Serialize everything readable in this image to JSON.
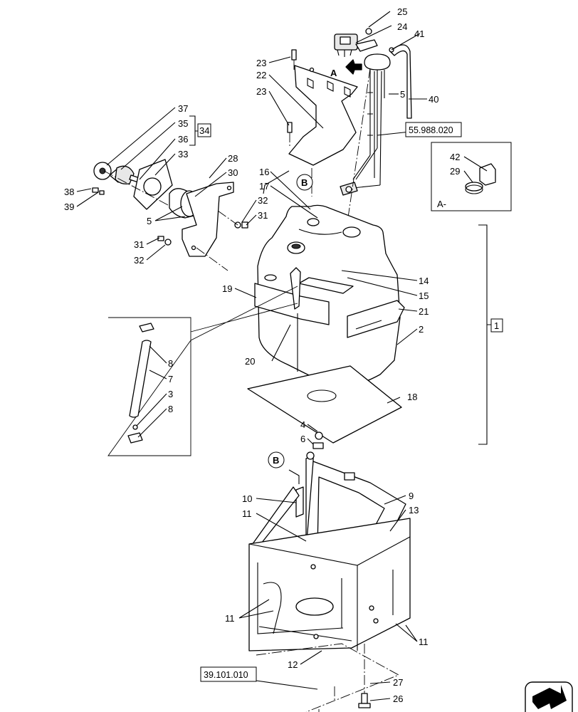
{
  "callouts": {
    "n25": "25",
    "n24": "24",
    "n41": "41",
    "n23a": "23",
    "n22": "22",
    "n23b": "23",
    "n5a": "5",
    "n40": "40",
    "n37": "37",
    "n35": "35",
    "n36": "36",
    "n34": "34",
    "n33": "33",
    "n28": "28",
    "n30": "30",
    "n38": "38",
    "n39": "39",
    "n5b": "5",
    "n32a": "32",
    "n31a": "31",
    "n31b": "31",
    "n32b": "32",
    "n16": "16",
    "n17": "17",
    "n42": "42",
    "n29": "29",
    "n1": "1",
    "n14": "14",
    "n15": "15",
    "n19": "19",
    "n21": "21",
    "n2": "2",
    "n8a": "8",
    "n7": "7",
    "n20": "20",
    "n3": "3",
    "n8b": "8",
    "n18": "18",
    "n4": "4",
    "n6": "6",
    "n9": "9",
    "n10": "10",
    "n11a": "11",
    "n13": "13",
    "n11b": "11",
    "n11c": "11",
    "n12": "12",
    "n27": "27",
    "n26": "26"
  },
  "view_labels": {
    "a": "A",
    "a_detail": "A-",
    "b_top": "B",
    "b_bottom": "B"
  },
  "references": {
    "ref_top": "55.988.020",
    "ref_bottom": "39.101.010"
  },
  "icons": {
    "corner": "next-page-arrow-icon"
  }
}
